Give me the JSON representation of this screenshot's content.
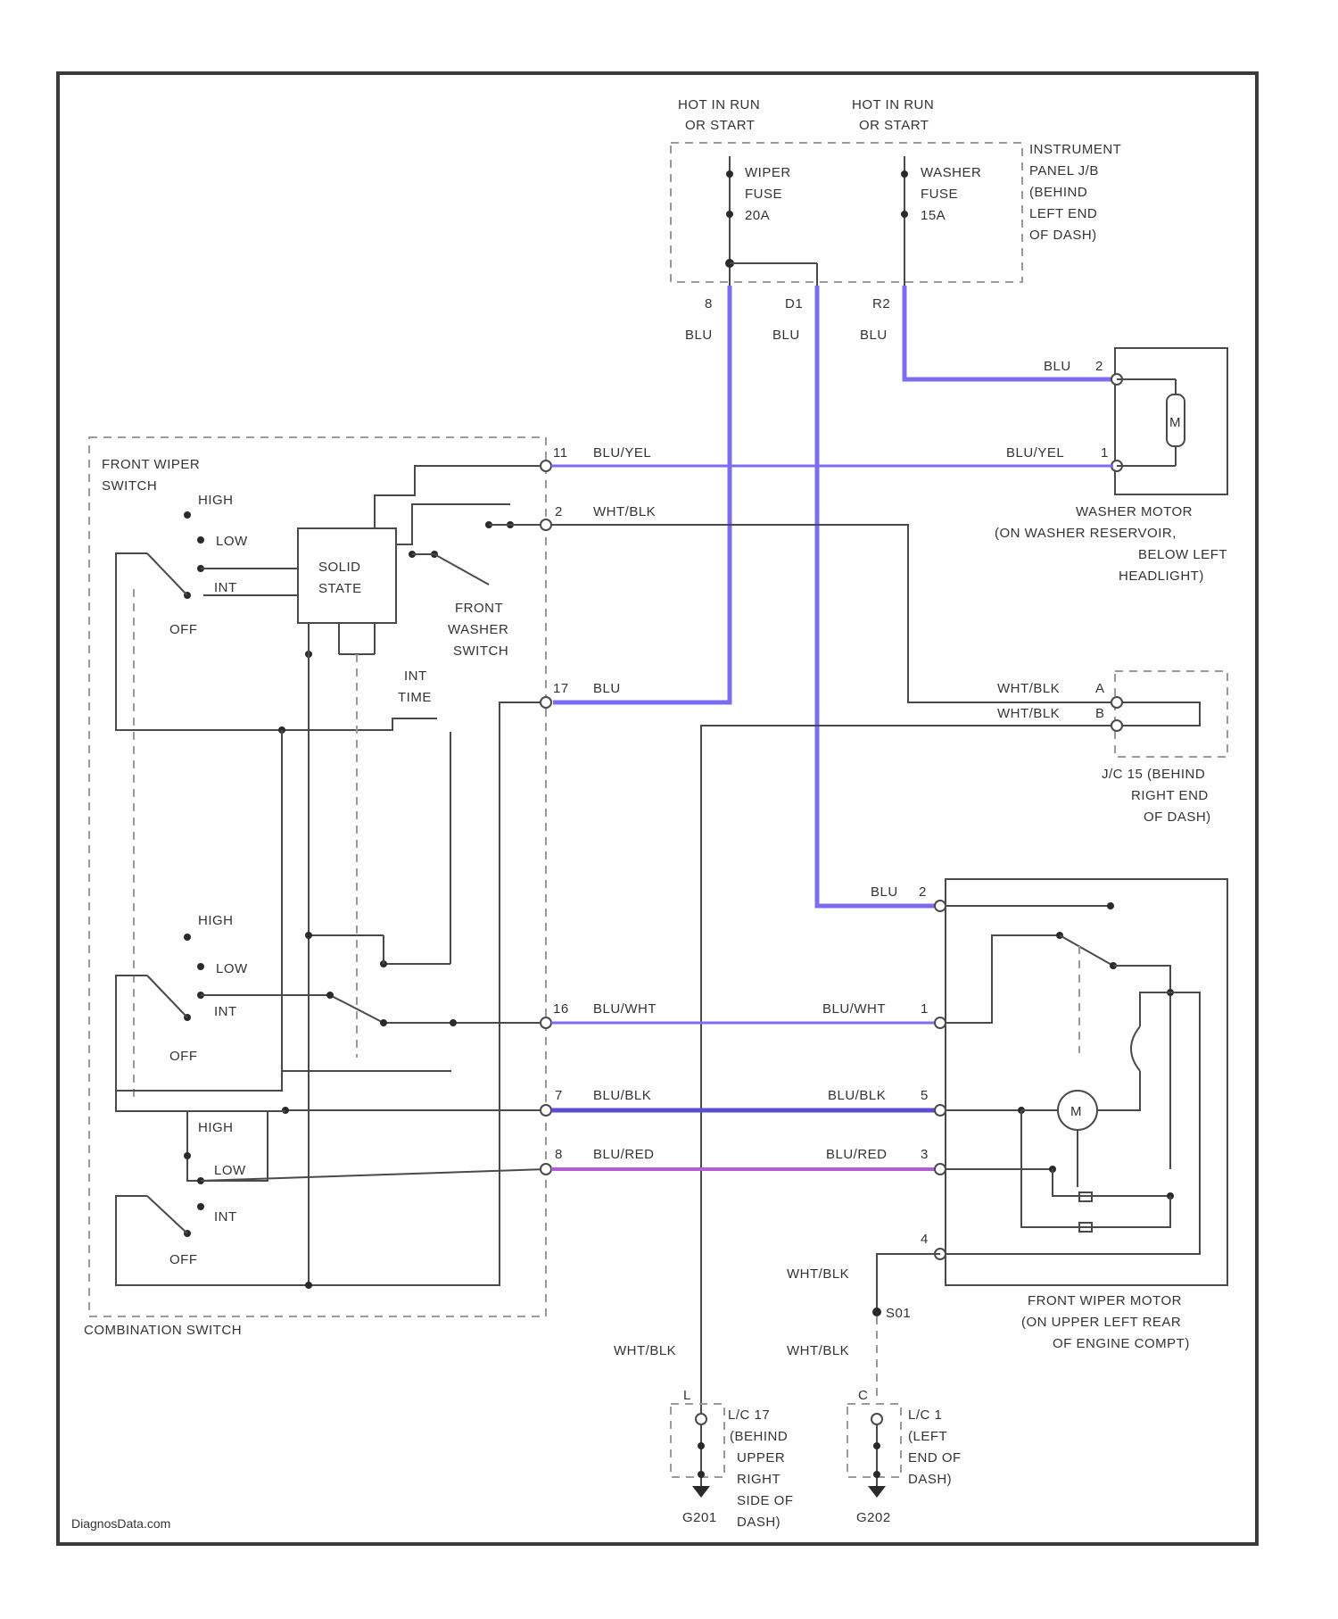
{
  "power": {
    "hot_left": [
      "HOT IN RUN",
      "OR START"
    ],
    "hot_right": [
      "HOT IN RUN",
      "OR START"
    ],
    "wiper_fuse": [
      "WIPER",
      "FUSE",
      "20A"
    ],
    "washer_fuse": [
      "WASHER",
      "FUSE",
      "15A"
    ],
    "fuse_box_label": [
      "INSTRUMENT",
      "PANEL J/B",
      "(BEHIND",
      "LEFT END",
      "OF DASH)"
    ],
    "pin_a": "8",
    "pin_b": "D1",
    "pin_c": "R2",
    "wire_a": "BLU",
    "wire_b": "BLU",
    "wire_c": "BLU"
  },
  "washer_motor": {
    "label": [
      "WASHER MOTOR",
      "(ON WASHER RESERVOIR,",
      "BELOW LEFT",
      "HEADLIGHT)"
    ],
    "pin2_wire": "BLU",
    "pin2": "2",
    "pin1_wire": "BLU/YEL",
    "pin1": "1",
    "symbol": "M"
  },
  "combination_switch": {
    "label": "COMBINATION SWITCH",
    "front_wiper_switch": [
      "FRONT WIPER",
      "SWITCH"
    ],
    "positions_top": [
      "HIGH",
      "LOW",
      "INT",
      "OFF"
    ],
    "positions_mid": [
      "HIGH",
      "LOW",
      "INT",
      "OFF"
    ],
    "positions_bottom": [
      "HIGH",
      "LOW",
      "INT",
      "OFF"
    ],
    "solid_state": [
      "SOLID",
      "STATE"
    ],
    "front_washer_switch": [
      "FRONT",
      "WASHER",
      "SWITCH"
    ],
    "int_time": [
      "INT",
      "TIME"
    ],
    "pins": [
      {
        "pin": "11",
        "wire": "BLU/YEL"
      },
      {
        "pin": "2",
        "wire": "WHT/BLK"
      },
      {
        "pin": "17",
        "wire": "BLU"
      },
      {
        "pin": "16",
        "wire": "BLU/WHT"
      },
      {
        "pin": "7",
        "wire": "BLU/BLK"
      },
      {
        "pin": "8",
        "wire": "BLU/RED"
      }
    ]
  },
  "jc": {
    "label": [
      "J/C 15 (BEHIND",
      "RIGHT END",
      "OF DASH)"
    ],
    "pin_a_wire": "WHT/BLK",
    "pin_a": "A",
    "pin_b_wire": "WHT/BLK",
    "pin_b": "B"
  },
  "front_wiper_motor": {
    "label": [
      "FRONT WIPER MOTOR",
      "(ON UPPER LEFT REAR",
      "OF ENGINE COMPT)"
    ],
    "pins": [
      {
        "pin": "2",
        "wire": "BLU"
      },
      {
        "pin": "1",
        "wire": "BLU/WHT"
      },
      {
        "pin": "5",
        "wire": "BLU/BLK"
      },
      {
        "pin": "3",
        "wire": "BLU/RED"
      },
      {
        "pin": "4",
        "wire": ""
      }
    ],
    "ground_wire": "WHT/BLK",
    "symbol": "M"
  },
  "grounds": {
    "splice": "S01",
    "left_wire": "WHT/BLK",
    "right_wire": "WHT/BLK",
    "left_conn_pin": "L",
    "right_conn_pin": "C",
    "left_label": [
      "L/C 17",
      "(BEHIND",
      "UPPER",
      "RIGHT",
      "SIDE OF",
      "DASH)"
    ],
    "right_label": [
      "L/C 1",
      "(LEFT",
      "END OF",
      "DASH)"
    ],
    "left_ground": "G201",
    "right_ground": "G202"
  },
  "watermark": "DiagnosData.com",
  "colors": {
    "blue_wire": "#7b6cf0",
    "red_wire": "#b060d0",
    "line": "#4a4a4a"
  }
}
